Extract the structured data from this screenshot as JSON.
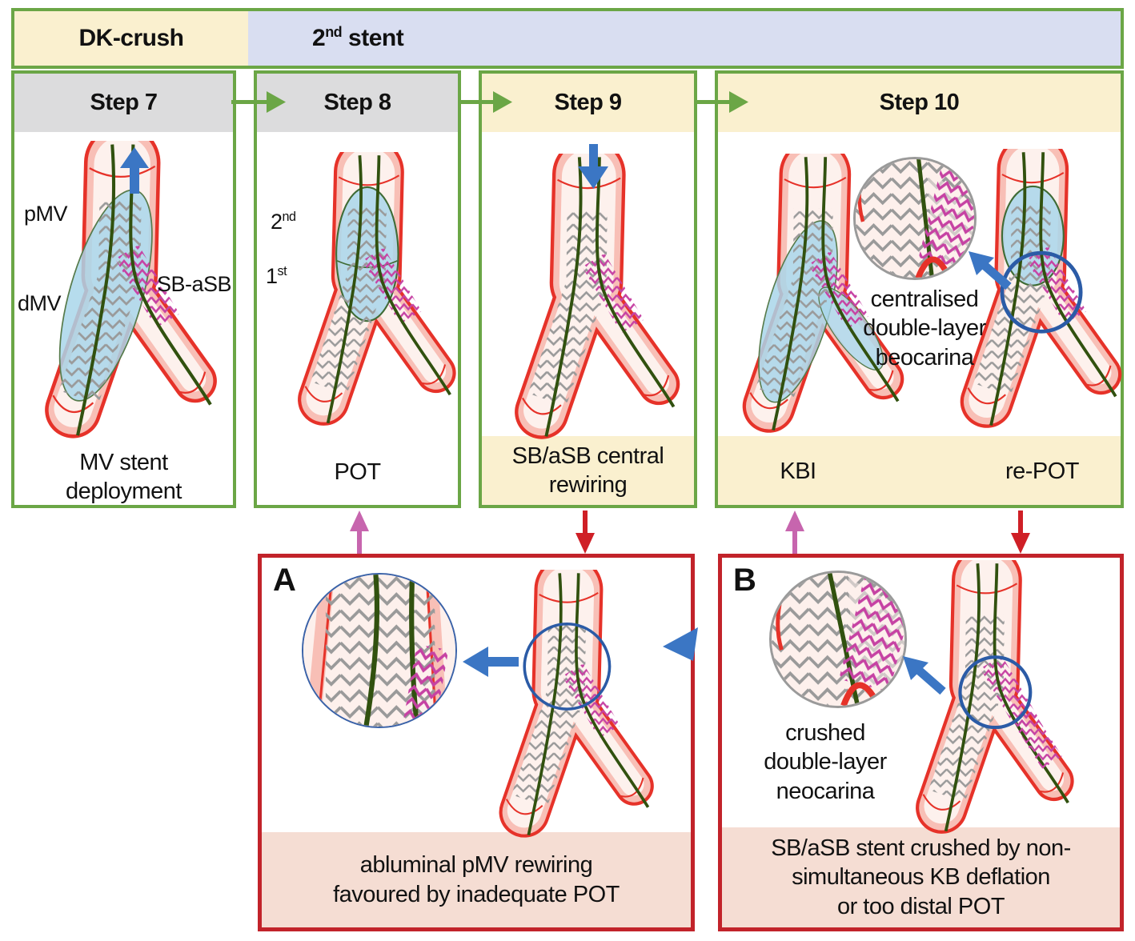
{
  "banner": {
    "dk_crush": "DK-crush",
    "second_stent_num": "2",
    "second_stent_sup": "nd",
    "second_stent_rest": " stent"
  },
  "steps": {
    "step7": {
      "title": "Step 7",
      "caption": "MV stent\ndeployment",
      "label_pmv": "pMV",
      "label_dmv": "dMV",
      "label_sb": "SB-aSB"
    },
    "step8": {
      "title": "Step 8",
      "caption": "POT",
      "label_second_num": "2",
      "label_second_sup": "nd",
      "label_first_num": "1",
      "label_first_sup": "st"
    },
    "step9": {
      "title": "Step 9",
      "caption": "SB/aSB central\nrewiring"
    },
    "step10": {
      "title": "Step 10",
      "caption_kbi": "KBI",
      "caption_repot": "re-POT",
      "inset_label": "centralised\ndouble-layer\nbeocarina"
    }
  },
  "panels": {
    "a": {
      "letter": "A",
      "caption": "abluminal pMV rewiring\nfavoured by inadequate POT"
    },
    "b": {
      "letter": "B",
      "inset_label": "crushed\ndouble-layer\nneocarina",
      "caption": "SB/aSB stent crushed by non-\nsimultaneous KB deflation\nor too distal POT"
    }
  },
  "colors": {
    "green_border": "#6ba646",
    "cream": "#faf0cf",
    "lavender": "#d9def1",
    "gray_header": "#dcdcdd",
    "red_border": "#c2232a",
    "red_arrow": "#cf1f26",
    "pink_arrow": "#c765ae",
    "blue_arrow": "#3b76c4",
    "caption_pink_band": "#f5ddd3",
    "balloon_blue": "#a9d6ea",
    "stent_gray": "#9a9a9a",
    "crushed_stent_magenta": "#c642a3",
    "vessel_red": "#e63229",
    "vessel_wall_pink": "#f8bfb6",
    "guidewire_green": "#31510f",
    "circle_blue": "#2b5ba6"
  }
}
